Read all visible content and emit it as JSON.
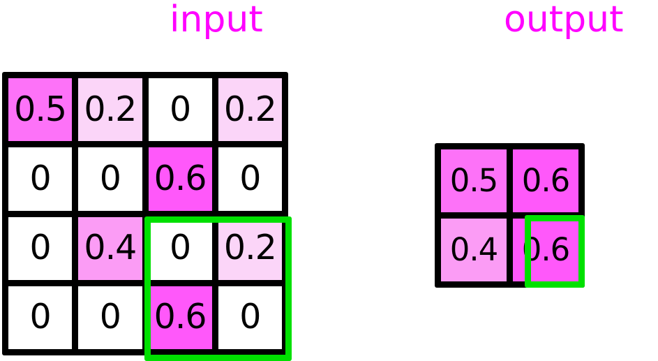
{
  "labels": {
    "input": "input",
    "output": "output"
  },
  "colors": {
    "accent_magenta": "#ff00ff",
    "selection_green": "#00e000",
    "grid_line": "#000000",
    "value_0": "#ffffff",
    "value_0_2": "#fbd5f8",
    "value_0_4": "#fb9cf5",
    "value_0_5": "#fd72f8",
    "value_0_6": "#ff58fa"
  },
  "chart_data": {
    "type": "heatmap",
    "title": "",
    "grids": [
      {
        "name": "input",
        "rows": 4,
        "cols": 4,
        "values": [
          [
            0.5,
            0.2,
            0,
            0.2
          ],
          [
            0,
            0,
            0.6,
            0
          ],
          [
            0,
            0.4,
            0,
            0.2
          ],
          [
            0,
            0,
            0.6,
            0
          ]
        ]
      },
      {
        "name": "output",
        "rows": 2,
        "cols": 2,
        "values": [
          [
            0.5,
            0.6
          ],
          [
            0.4,
            0.6
          ]
        ]
      }
    ],
    "annotations": [
      {
        "target": "input",
        "kind": "selection-box",
        "color": "#00e000",
        "rows": [
          2,
          3
        ],
        "cols": [
          2,
          3
        ]
      },
      {
        "target": "output",
        "kind": "selection-box",
        "color": "#00e000",
        "rows": [
          1,
          1
        ],
        "cols": [
          1,
          1
        ]
      }
    ]
  },
  "input_grid": {
    "cells": [
      {
        "text": "0.5",
        "value": 0.5
      },
      {
        "text": "0.2",
        "value": 0.2
      },
      {
        "text": "0",
        "value": 0
      },
      {
        "text": "0.2",
        "value": 0.2
      },
      {
        "text": "0",
        "value": 0
      },
      {
        "text": "0",
        "value": 0
      },
      {
        "text": "0.6",
        "value": 0.6
      },
      {
        "text": "0",
        "value": 0
      },
      {
        "text": "0",
        "value": 0
      },
      {
        "text": "0.4",
        "value": 0.4
      },
      {
        "text": "0",
        "value": 0
      },
      {
        "text": "0.2",
        "value": 0.2
      },
      {
        "text": "0",
        "value": 0
      },
      {
        "text": "0",
        "value": 0
      },
      {
        "text": "0.6",
        "value": 0.6
      },
      {
        "text": "0",
        "value": 0
      }
    ]
  },
  "output_grid": {
    "cells": [
      {
        "text": "0.5",
        "value": 0.5
      },
      {
        "text": "0.6",
        "value": 0.6
      },
      {
        "text": "0.4",
        "value": 0.4
      },
      {
        "text": "0.6",
        "value": 0.6
      }
    ]
  }
}
